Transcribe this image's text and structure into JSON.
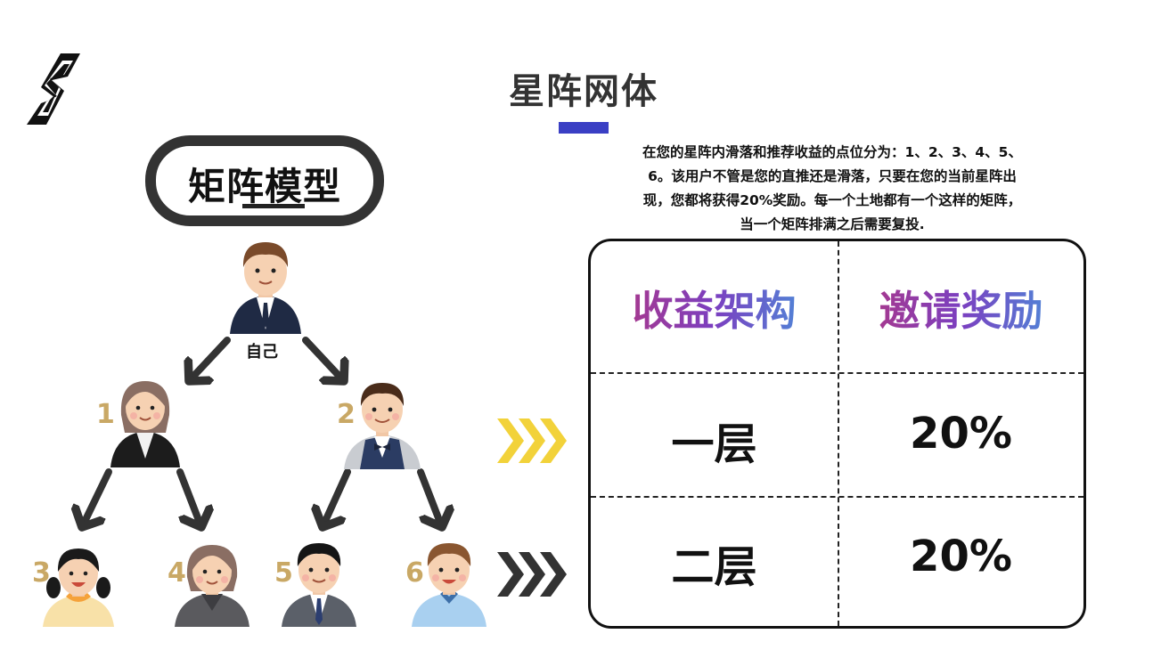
{
  "header": {
    "title": "星阵网体"
  },
  "description": [
    "在您的星阵内滑落和推荐收益的点位分为：1、2、3、4、5、",
    "6。该用户不管是您的直推还是滑落，只要在您的当前星阵出",
    "现，您都将获得20%奖励。每一个土地都有一个这样的矩阵，",
    "当一个矩阵排满之后需要复投."
  ],
  "model": {
    "title": "矩阵模型"
  },
  "tree": {
    "self_label": "自己",
    "positions": [
      "1",
      "2",
      "3",
      "4",
      "5",
      "6"
    ]
  },
  "table": {
    "headers": [
      "收益架构",
      "邀请奖励"
    ],
    "rows": [
      [
        "一层",
        "20%"
      ],
      [
        "二层",
        "20%"
      ]
    ]
  },
  "colors": {
    "title_bar": "#3a3fc4",
    "chevron_yellow": "#f2d23a",
    "chevron_dark": "#333333",
    "number_gold": "#c9a865"
  }
}
